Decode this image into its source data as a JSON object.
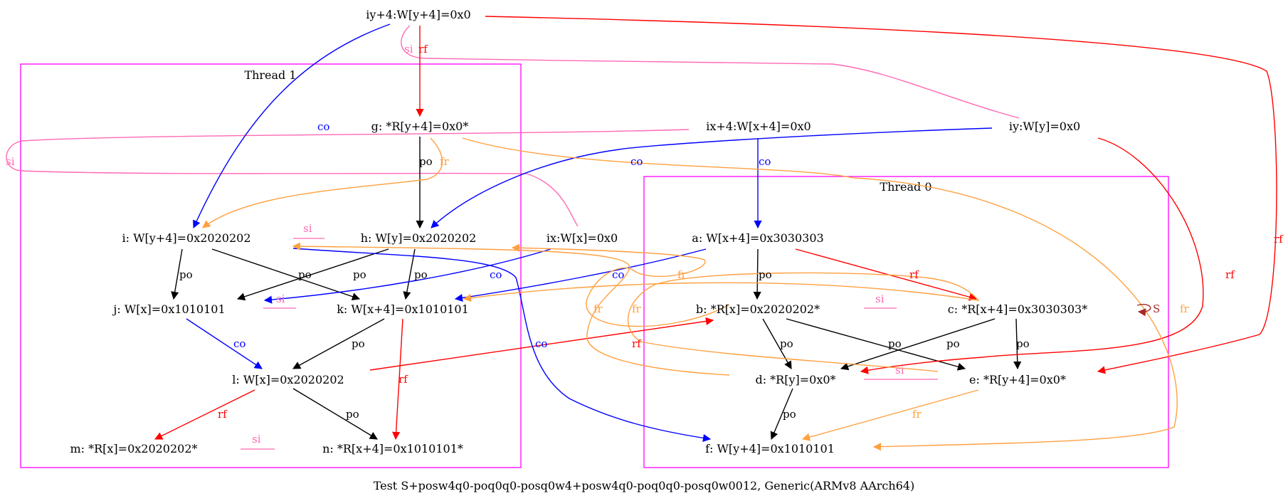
{
  "caption": "Test S+posw4q0-poq0q0-posq0w4+posw4q0-poq0q0-posq0w0012, Generic(ARMv8 AArch64)",
  "clusters": {
    "thread1": "Thread 1",
    "thread0": "Thread 0"
  },
  "nodes": {
    "iy4": "iy+4:W[y+4]=0x0",
    "g": "g: *R[y+4]=0x0*",
    "ix4": "ix+4:W[x+4]=0x0",
    "iy": "iy:W[y]=0x0",
    "i": "i: W[y+4]=0x2020202",
    "h": "h: W[y]=0x2020202",
    "ix": "ix:W[x]=0x0",
    "a": "a: W[x+4]=0x3030303",
    "j": "j: W[x]=0x1010101",
    "k": "k: W[x+4]=0x1010101",
    "b": "b: *R[x]=0x2020202*",
    "c": "c: *R[x+4]=0x3030303*",
    "l": "l: W[x]=0x2020202",
    "d": "d: *R[y]=0x0*",
    "e": "e: *R[y+4]=0x0*",
    "m": "m: *R[x]=0x2020202*",
    "n": "n: *R[x+4]=0x1010101*",
    "f": "f: W[y+4]=0x1010101"
  },
  "edge_labels": {
    "po": "po",
    "rf": "rf",
    "co": "co",
    "fr": "fr",
    "si": "si",
    "S": "S"
  },
  "colors": {
    "po": "#000000",
    "rf": "#ff0000",
    "co": "#0000ff",
    "fr": "#ffa040",
    "si": "#ff69b4",
    "S": "#a52a2a",
    "cluster": "#ff00ff"
  }
}
